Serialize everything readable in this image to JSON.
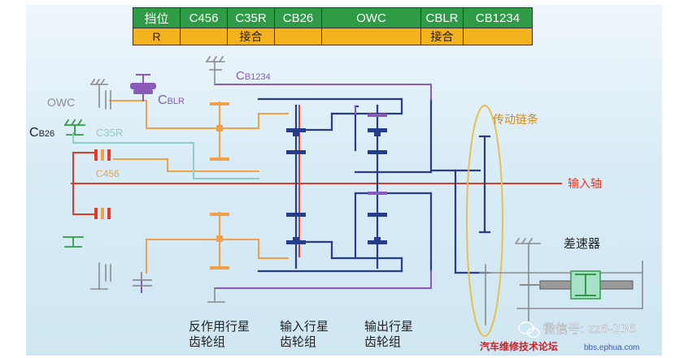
{
  "table": {
    "headers": [
      "挡位",
      "C456",
      "C35R",
      "CB26",
      "OWC",
      "CBLR",
      "CB1234"
    ],
    "row": [
      "R",
      "",
      "接合",
      "",
      "",
      "接合",
      ""
    ]
  },
  "labels": {
    "owc": "OWC",
    "cblr_c": "C",
    "cblr_sub": "BLR",
    "cb26_c": "C",
    "cb26_sub": "B26",
    "c35r": "C35R",
    "c456": "C456",
    "cb1234_c": "C",
    "cb1234_sub": "B1234",
    "chain": "传动链条",
    "input_shaft": "输入轴",
    "differential": "差速器",
    "pg1_line1": "反作用行星",
    "pg1_line2": "齿轮组",
    "pg2_line1": "输入行星",
    "pg2_line2": "齿轮组",
    "pg3_line1": "输出行星",
    "pg3_line2": "齿轮组"
  },
  "watermark": {
    "wechat": "微信号: zz8-236",
    "forum": "汽车维修技术论坛",
    "site": "bbs.ephua.com"
  },
  "colors": {
    "orange": "#f0a048",
    "navy": "#283c8c",
    "purple": "#8a5ab8",
    "red": "#e03a2a",
    "teal": "#8ccfc8",
    "green": "#2f9b46",
    "gray": "#8c8c8c",
    "chain": "#e8c050",
    "header_green": "#2f9b46",
    "row_orange": "#f5b21f"
  }
}
